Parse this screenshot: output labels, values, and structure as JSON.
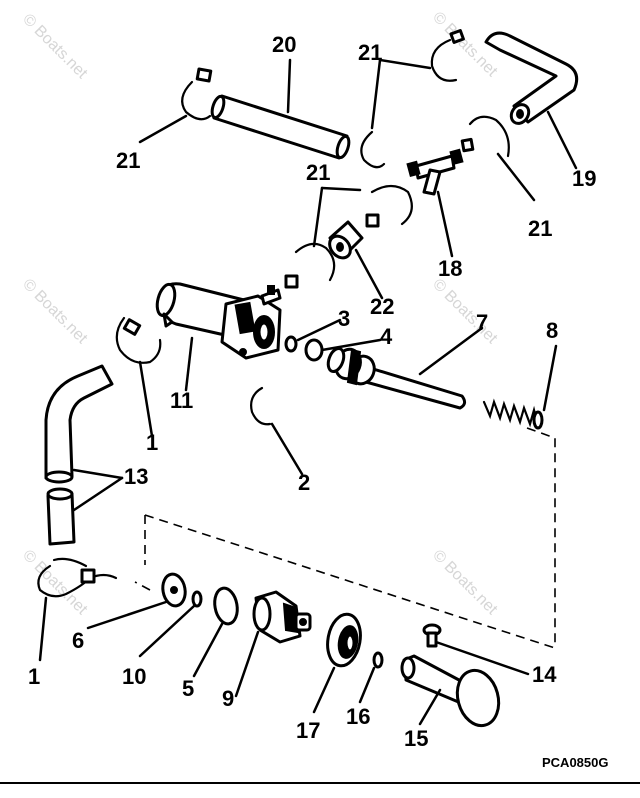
{
  "diagram_code": "PCA0850G",
  "watermark": "© Boats.net",
  "callouts": {
    "c1a": "1",
    "c1b": "1",
    "c2": "2",
    "c3": "3",
    "c4": "4",
    "c5": "5",
    "c6": "6",
    "c7": "7",
    "c8": "8",
    "c9": "9",
    "c10": "10",
    "c11": "11",
    "c13": "13",
    "c14": "14",
    "c15": "15",
    "c16": "16",
    "c17": "17",
    "c18": "18",
    "c19": "19",
    "c20": "20",
    "c21a": "21",
    "c21b": "21",
    "c21c": "21",
    "c21d": "21",
    "c22": "22"
  }
}
